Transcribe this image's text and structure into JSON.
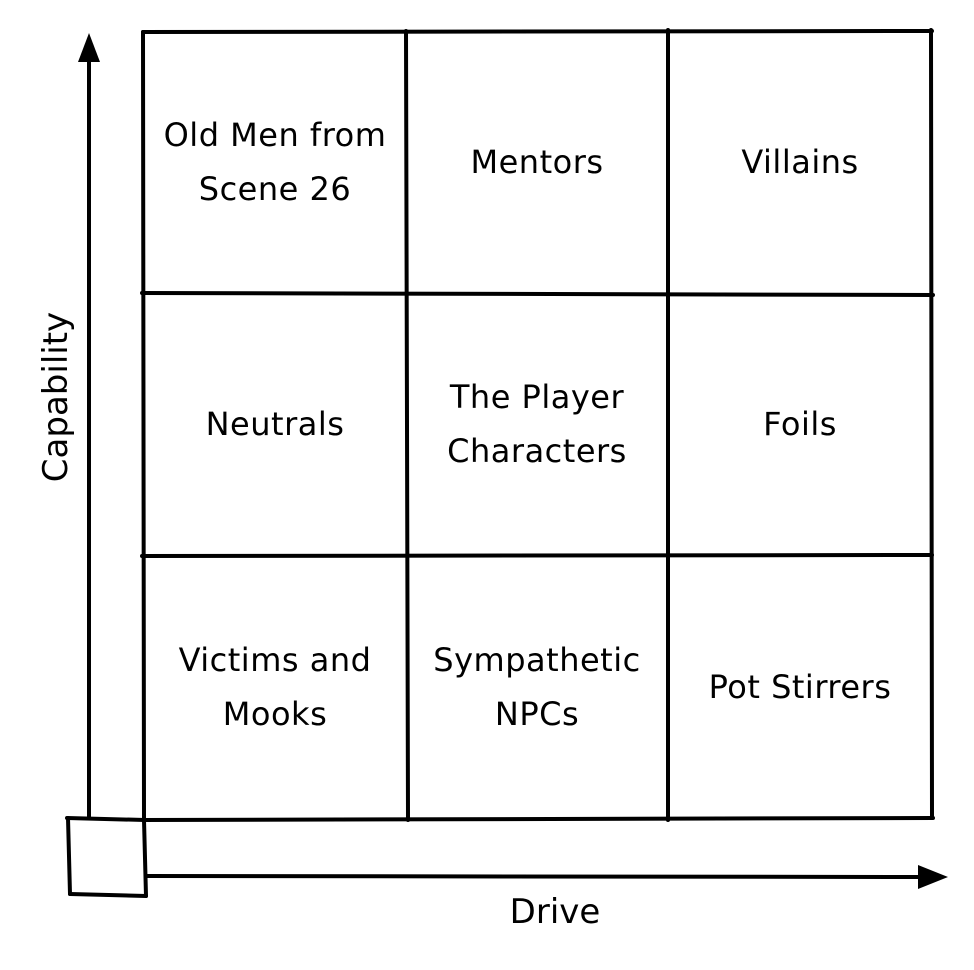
{
  "diagram": {
    "y_axis_label": "Capability",
    "x_axis_label": "Drive",
    "cells": [
      [
        "Old Men from Scene 26",
        "Mentors",
        "Villains"
      ],
      [
        "Neutrals",
        "The Player Characters",
        "Foils"
      ],
      [
        "Victims and Mooks",
        "Sympathetic NPCs",
        "Pot Stirrers"
      ]
    ],
    "line_color": "#000000",
    "background_color": "#ffffff"
  }
}
